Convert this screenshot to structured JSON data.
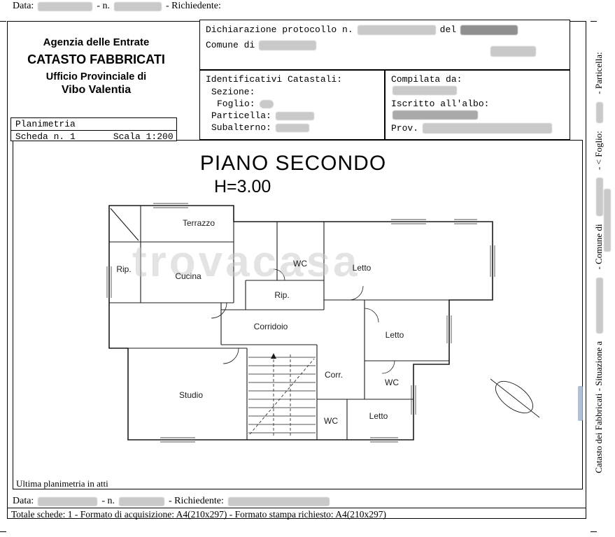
{
  "top_line": {
    "data_label": "Data:",
    "n_label": "- n.",
    "richiedente_label": "- Richiedente:"
  },
  "agency": {
    "line1": "Agenzia delle Entrate",
    "line2": "CATASTO FABBRICATI",
    "line3": "Ufficio Provinciale di",
    "line4": "Vibo Valentia"
  },
  "declaration": {
    "protocol": "Dichiarazione protocollo n.",
    "del": "del",
    "comune": "Comune di"
  },
  "identificativi": {
    "title": "Identificativi Catastali:",
    "sezione": "Sezione:",
    "foglio": "Foglio:",
    "particella": "Particella:",
    "subalterno": "Subalterno:"
  },
  "compilata": {
    "title": "Compilata da:",
    "albo": "Iscritto all'albo:",
    "prov": "Prov."
  },
  "planimetria": {
    "title": "Planimetria",
    "scheda": "Scheda n. 1",
    "scala": "Scala 1:200"
  },
  "plan": {
    "title": "PIANO SECONDO",
    "height_label": "H=3.00",
    "watermark": "trovacasa",
    "note": "Ultima planimetria in atti",
    "rooms": [
      "Terrazzo",
      "Rip.",
      "Cucina",
      "WC",
      "Letto",
      "Rip.",
      "Corridoio",
      "Letto",
      "Studio",
      "Corr.",
      "WC",
      "Letto",
      "WC"
    ]
  },
  "footer": {
    "data_label": "Data:",
    "n_label": "- n.",
    "richiedente_label": "- Richiedente:",
    "totale": "Totale schede: 1 - Formato di acquisizione: A4(210x297)  - Formato stampa richiesto: A4(210x297)"
  },
  "margin": {
    "seg1": "Catasto dei Fabbricati - Situazione a",
    "seg2": "- Comune di",
    "seg3": "- < Foglio:",
    "seg4": "- Particella:"
  }
}
